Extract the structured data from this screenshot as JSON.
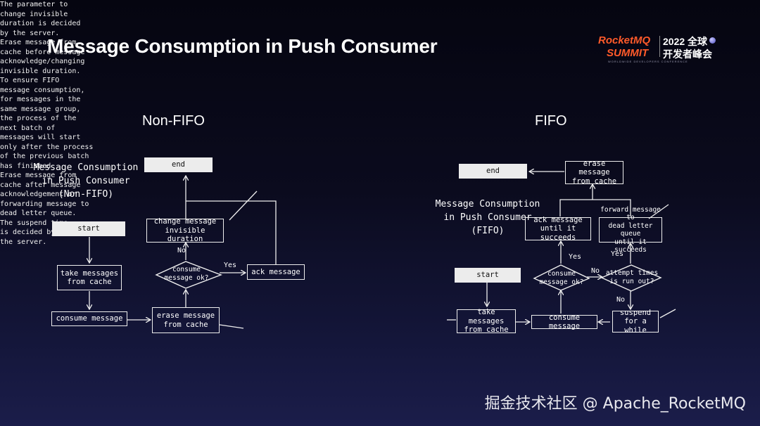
{
  "slide": {
    "title": "Message Consumption in Push Consumer",
    "watermark": "掘金技术社区 @ Apache_RocketMQ"
  },
  "logo": {
    "brand_line1": "RocketMQ",
    "brand_line2": "SUMMIT",
    "event_line1": "2022 全球",
    "event_line2": "开发者峰会",
    "tagline": "WORLDWIDE DEVELOPERS CONFERENCE"
  },
  "non_fifo": {
    "section_title": "Non-FIFO",
    "heading": "Message Consumption\nin Push Consumer\n(Non-FIFO)",
    "nodes": {
      "end": "end",
      "start": "start",
      "take": "take messages\nfrom cache",
      "consume": "consume message",
      "erase": "erase message\nfrom cache",
      "decision": "consume\nmessage ok?",
      "change": "change message\ninvisible duration",
      "ack": "ack message"
    },
    "labels": {
      "yes": "Yes",
      "no": "No"
    },
    "notes": {
      "parameter": "The parameter to\nchange invisible\nduration is decided\nby the server.",
      "erase": "Erase message from\ncache before message\nacknowledge/changing\ninvisible duration."
    }
  },
  "fifo": {
    "section_title": "FIFO",
    "heading": "Message Consumption\nin Push Consumer\n(FIFO)",
    "nodes": {
      "end": "end",
      "erase": "erase message\nfrom cache",
      "ack": "ack message\nuntil it succeeds",
      "forward": "forward message to\ndead letter queue\nuntil it succeeds",
      "start": "start",
      "take": "take messages\nfrom cache",
      "consume": "consume message",
      "decision1": "consume\nmessage ok?",
      "decision2": "attempt times\nis run out?",
      "suspend": "suspend\nfor a while"
    },
    "labels": {
      "yes1": "Yes",
      "no1": "No",
      "yes2": "Yes",
      "no2": "No"
    },
    "notes": {
      "ensure": "To ensure FIFO\nmessage consumption,\nfor messages in the\nsame message group,\nthe process of the\nnext batch of\nmessages will start\nonly after the process\nof the previous batch\nhas finished",
      "erase": "Erase message from\ncache after message\nacknowledgement or\nforwarding message to\ndead letter queue.",
      "suspend": "The suspend time\nis decided by the\nthe server."
    }
  }
}
